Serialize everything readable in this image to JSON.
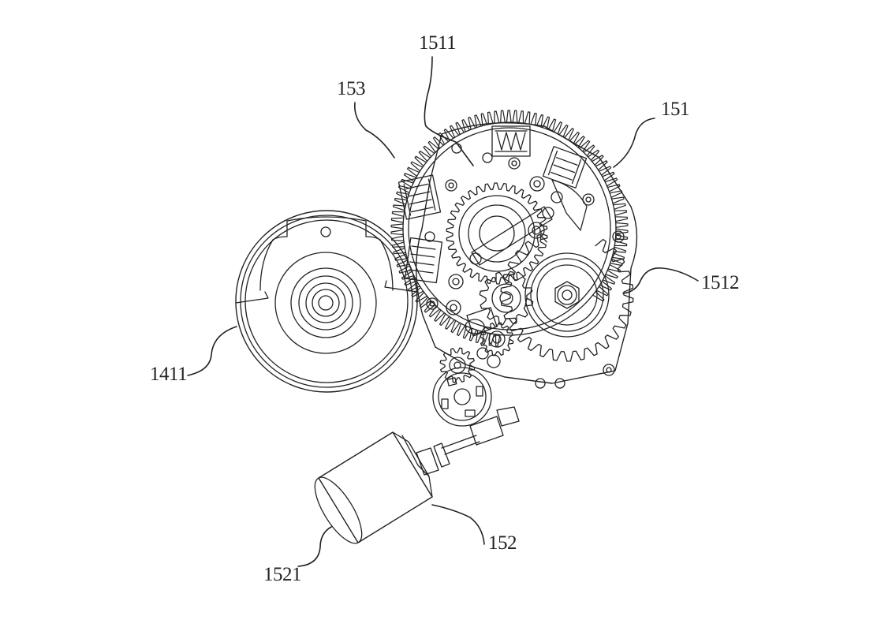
{
  "labels": {
    "ring_gear": "151",
    "motor_assembly": "152",
    "gear_plate": "153",
    "inner_gear_train": "1511",
    "output_gear": "1512",
    "drum": "1411",
    "motor": "1521"
  },
  "colors": {
    "line": "#222222",
    "background": "#ffffff"
  }
}
